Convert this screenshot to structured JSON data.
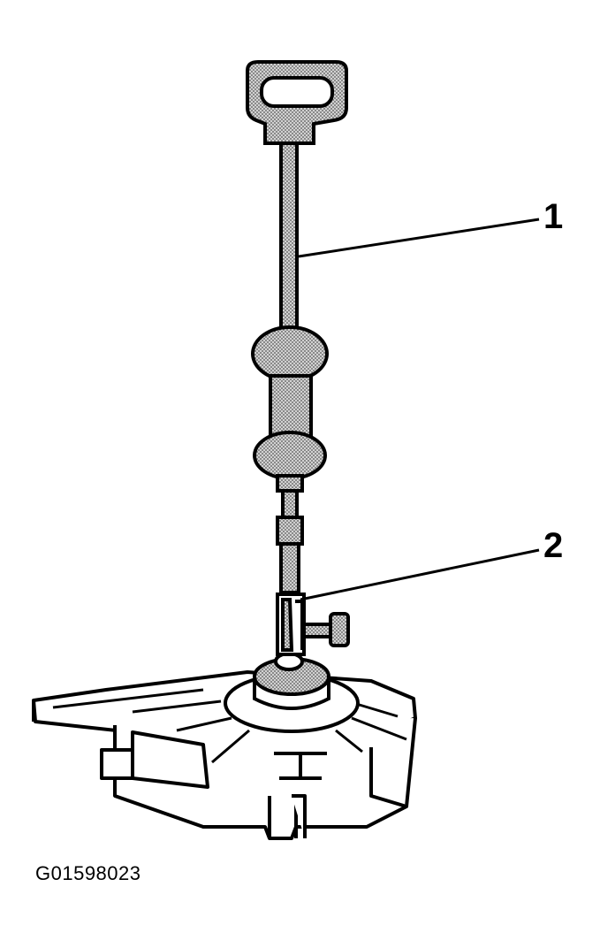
{
  "callouts": [
    {
      "id": "1",
      "label": "1"
    },
    {
      "id": "2",
      "label": "2"
    }
  ],
  "figure_id": "G01598023",
  "colors": {
    "line": "#000000",
    "shaded": "#bdbdbd",
    "background": "#ffffff"
  }
}
